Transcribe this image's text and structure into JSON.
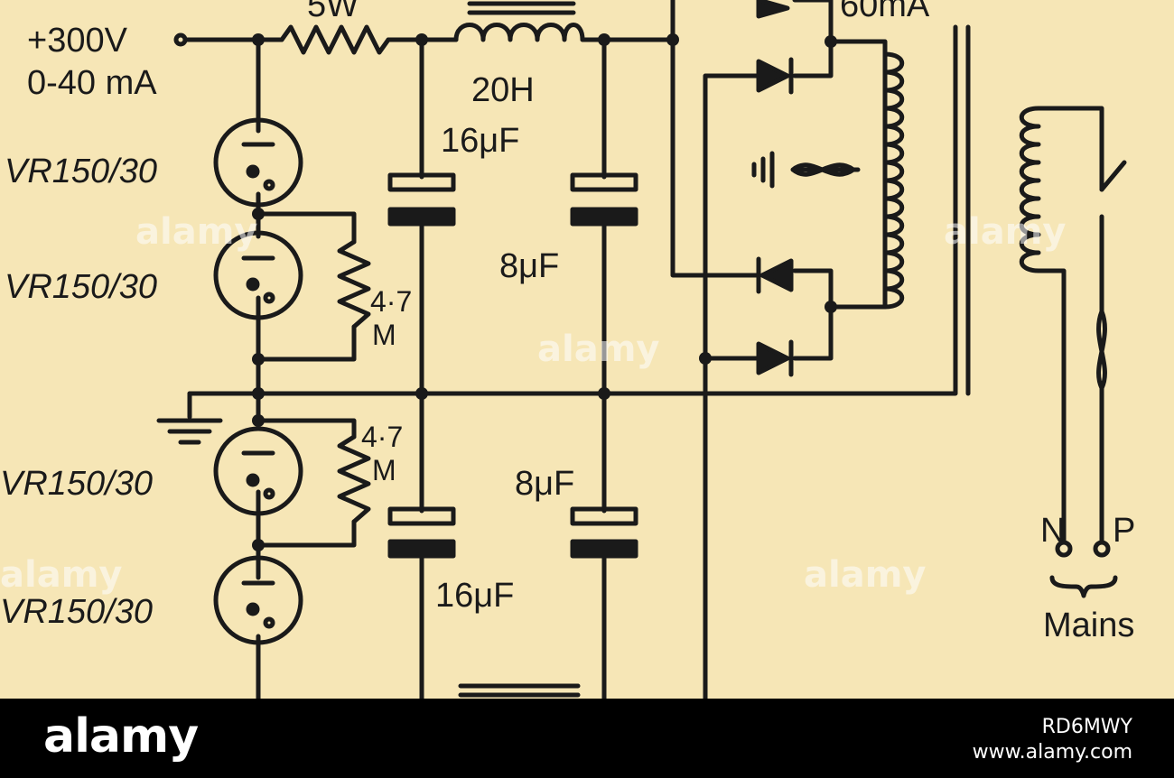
{
  "colors": {
    "background": "#f6e6b6",
    "ink": "#1a1a1a",
    "footer": "#000000"
  },
  "labels": {
    "watt": "5W",
    "current_ma": "60mA",
    "output_v": "+300V",
    "output_i": "0-40 mA",
    "choke": "20H",
    "cap_top_left": "16μF",
    "cap_top_right": "8μF",
    "cap_bot_left": "16μF",
    "cap_bot_right": "8μF",
    "res_top_val": "4·7",
    "res_top_unit": "M",
    "res_bot_val": "4·7",
    "res_bot_unit": "M",
    "tube_1": "VR150/30",
    "tube_2": "VR150/30",
    "tube_3": "VR150/30",
    "tube_4": "VR150/30",
    "neutral": "N",
    "phase": "P",
    "mains": "Mains"
  },
  "watermark": "alamy",
  "footer": {
    "logo": "alamy",
    "image_id": "RD6MWY",
    "site": "www.alamy.com"
  }
}
